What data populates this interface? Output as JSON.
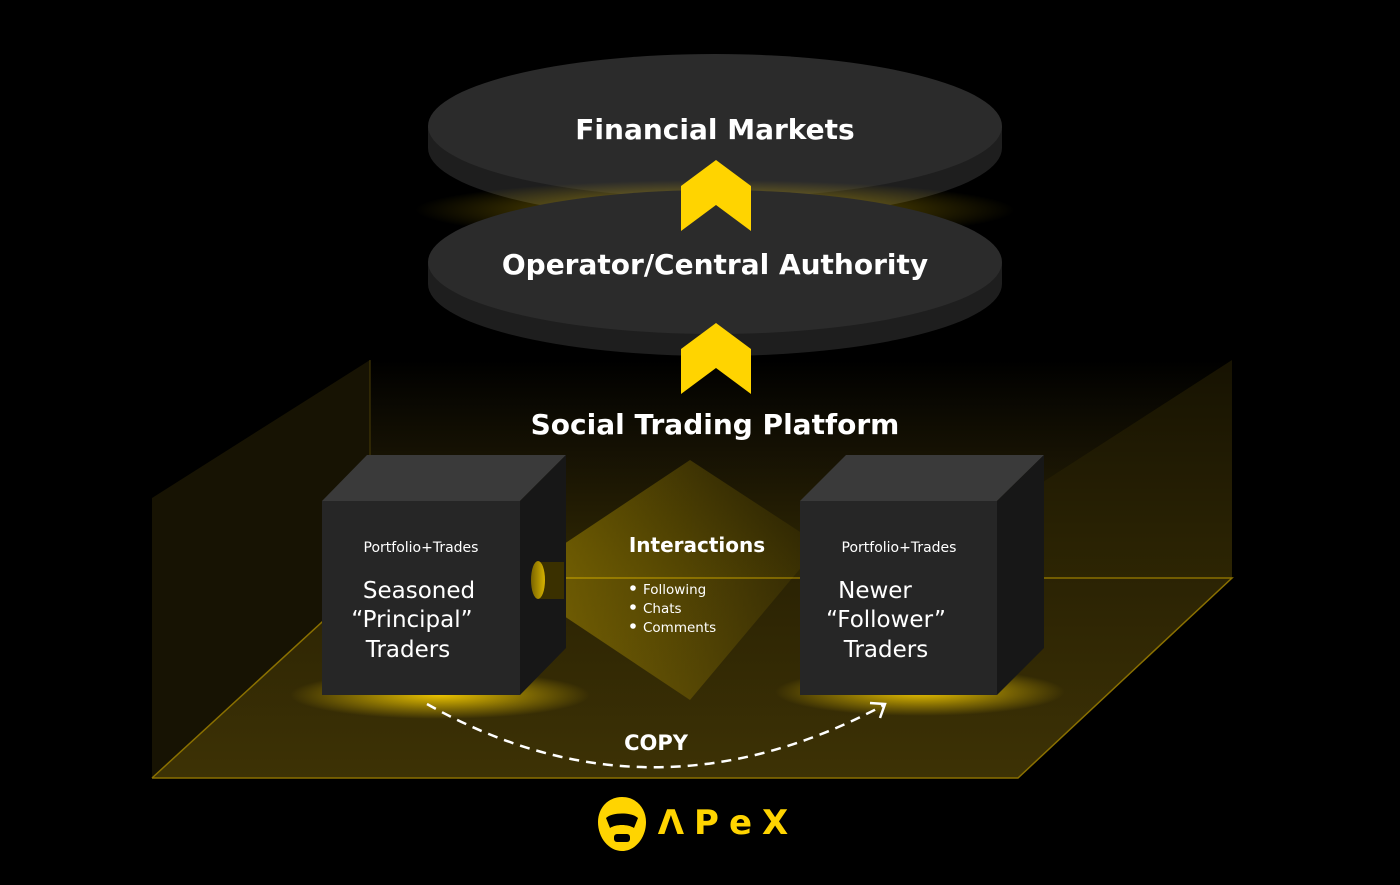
{
  "diagram": {
    "top_disc": {
      "label": "Financial Markets"
    },
    "middle_disc": {
      "label": "Operator/Central Authority"
    },
    "platform": {
      "title": "Social Trading Platform"
    },
    "principal_cube": {
      "caption": "Portfolio+Trades",
      "title_lines": [
        "Seasoned",
        "“Principal”",
        "Traders"
      ]
    },
    "follower_cube": {
      "caption": "Portfolio+Trades",
      "title_lines": [
        "Newer",
        "“Follower”",
        "Traders"
      ]
    },
    "interactions": {
      "title": "Interactions",
      "items": [
        "Following",
        "Chats",
        "Comments"
      ]
    },
    "copy_label": "COPY",
    "brand": {
      "name": "APEX",
      "logo_text": "ΛPeX"
    }
  },
  "colors": {
    "background": "#000000",
    "accent_yellow": "#FFD400",
    "disc_fill": "#2b2b2b",
    "cube_front": "#262626",
    "text": "#FFFFFF"
  }
}
